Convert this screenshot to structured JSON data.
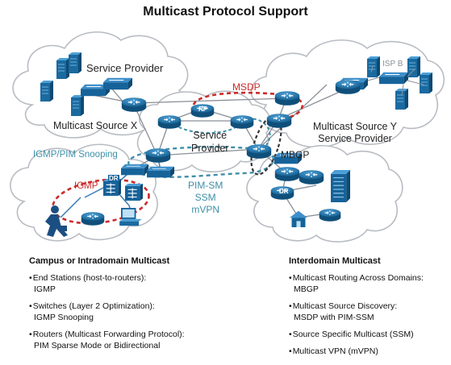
{
  "title": "Multicast Protocol Support",
  "diagram": {
    "labels": {
      "service_provider_top": "Service Provider",
      "multicast_source_x": "Multicast Source X",
      "isp_b": "ISP B",
      "msdp": "MSDP",
      "rp": "RP",
      "service_provider_core": "Service\nProvider",
      "multicast_source_y": "Multicast Source Y\nService Provider",
      "igmp_pim_snooping": "IGMP/PIM Snooping",
      "mbgp": "MBGP",
      "igmp": "IGMP",
      "dr_left": "DR",
      "dr_right": "DR",
      "protocols": "PIM-SM\nSSM\nmVPN"
    },
    "colors": {
      "cloud_stroke": "#b8bcc2",
      "router": "#1b6ea5",
      "teal_text": "#3e8fa8",
      "red_text": "#cc2a2a",
      "link_blue": "#3a7bb5"
    }
  },
  "campus": {
    "heading": "Campus or Intradomain Multicast",
    "items": [
      {
        "head": "End Stations (host-to-routers):",
        "detail": "IGMP"
      },
      {
        "head": "Switches (Layer 2 Optimization):",
        "detail": "IGMP Snooping"
      },
      {
        "head": "Routers (Multicast Forwarding Protocol):",
        "detail": "PIM Sparse Mode or Bidirectional"
      }
    ]
  },
  "interdomain": {
    "heading": "Interdomain Multicast",
    "items": [
      {
        "head": "Multicast Routing Across Domains:",
        "detail": "MBGP"
      },
      {
        "head": "Multicast Source Discovery:",
        "detail": "MSDP with PIM-SSM"
      },
      {
        "head": "Source Specific Multicast (SSM)",
        "detail": ""
      },
      {
        "head": "Multicast VPN (mVPN)",
        "detail": ""
      }
    ]
  }
}
